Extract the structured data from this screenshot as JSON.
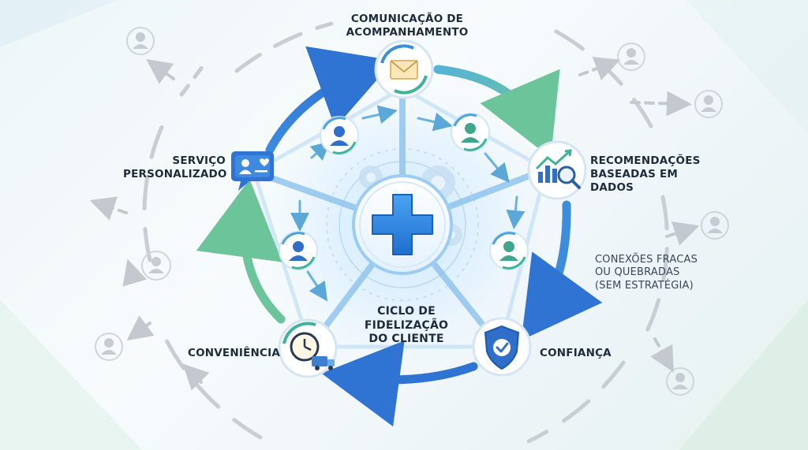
{
  "labels": {
    "top": "COMUNICAÇÃO DE\nACOMPANHAMENTO",
    "right": "RECOMENDAÇÕES\nBASEADAS EM DADOS",
    "left": "SERVIÇO\nPERSONALIZADO",
    "bottom_right": "CONFIANÇA",
    "bottom_left": "CONVENIÊNCIA",
    "center": "CICLO DE\nFIDELIZAÇÃO\nDO CLIENTE",
    "weak": "CONEXÕES FRACAS\nOU QUEBRADAS\n(SEM ESTRATÉGIA)"
  },
  "icons": {
    "hub": "medical-cross-icon",
    "top": "envelope-cycle-icon",
    "right": "analytics-search-icon",
    "left": "profile-chat-icon",
    "bottom_right": "shield-check-icon",
    "bottom_left": "clock-delivery-icon"
  },
  "colors": {
    "blue": "#2f7fd6",
    "teal": "#3fb39a",
    "green": "#6cc59a",
    "dark_text": "#1d2b3d",
    "gray": "#c9ced4"
  }
}
